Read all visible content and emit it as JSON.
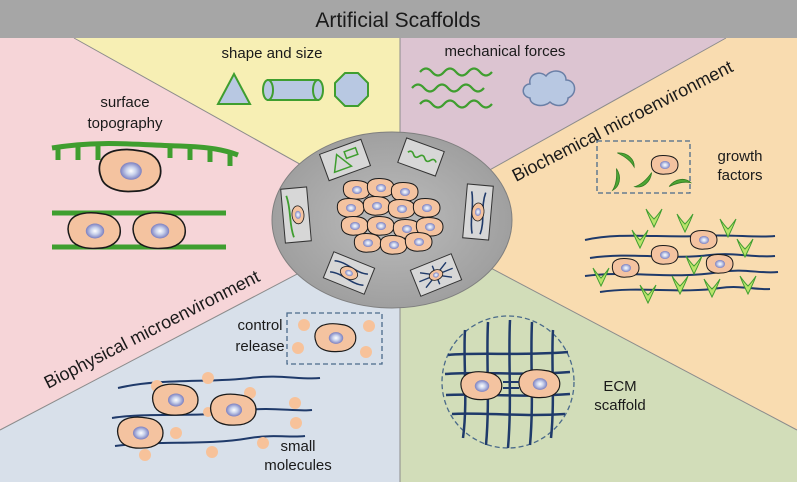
{
  "header": {
    "title": "Artificial Scaffolds"
  },
  "sections": {
    "shape_size": {
      "label": "shape and size"
    },
    "mechanical": {
      "label": "mechanical forces"
    },
    "surface": {
      "label_line1": "surface",
      "label_line2": "topography"
    },
    "growth": {
      "label_line1": "growth",
      "label_line2": "factors"
    },
    "control": {
      "label_line1": "control",
      "label_line2": "release"
    },
    "small": {
      "label_line1": "small",
      "label_line2": "molecules"
    },
    "ecm": {
      "label_line1": "ECM",
      "label_line2": "scaffold"
    }
  },
  "categories": {
    "biochemical": "Biochemical  microenvironment",
    "biophysical": "Biophysical  microenvironment"
  },
  "colors": {
    "header_bg": "#a6a6a6",
    "pink": "#f6d5d8",
    "yellow": "#f7efb4",
    "mauve": "#dcc4d1",
    "orange": "#f9dcb0",
    "blue_grey": "#d8e0ea",
    "green": "#d2ddb9",
    "center_disc": "#a8a8a8",
    "cell_fill": "#f4c3a0",
    "fiber_green": "#3f9e2f",
    "fiber_navy": "#1f3a6a"
  }
}
